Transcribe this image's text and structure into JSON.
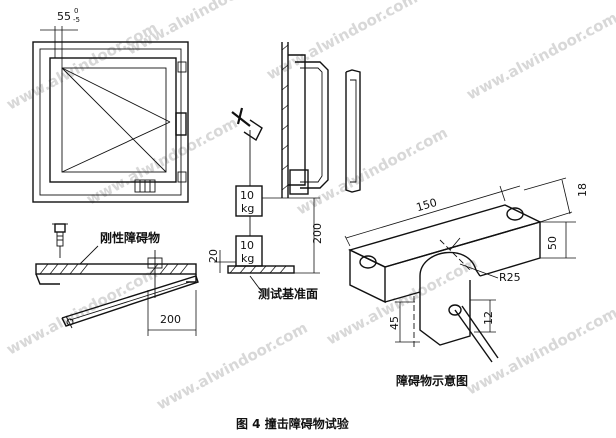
{
  "watermark": "www.alwindoor.com",
  "caption": "图 4 撞击障碍物试验",
  "labels": {
    "rigid_obstacle": "刚性障碍物",
    "test_reference_surface": "测试基准面",
    "obstacle_schematic": "障碍物示意图"
  },
  "weights": {
    "upper": [
      "10",
      "kg"
    ],
    "lower": [
      "10",
      "kg"
    ]
  },
  "dimensions": {
    "frame_offset": "55",
    "tol_upper": "0",
    "tol_lower": "-5",
    "drop_height": "200",
    "lift_20": "20",
    "swing_200": "200",
    "length_150": "150",
    "thick_18": "18",
    "height_50": "50",
    "radius": "R25",
    "hole_45": "45",
    "arm_12": "12"
  }
}
